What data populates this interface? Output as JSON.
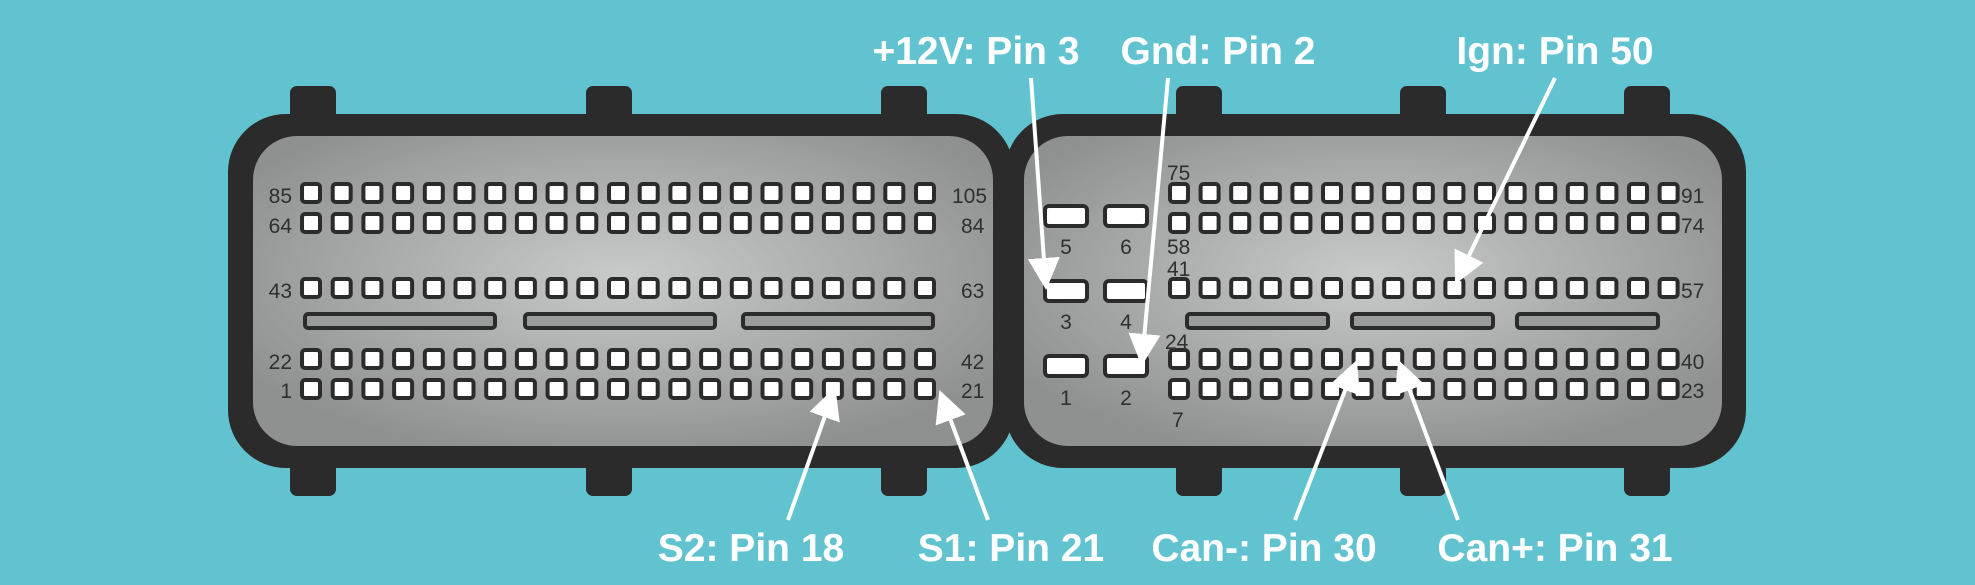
{
  "colors": {
    "background": "#62c3d0",
    "housing": "#2b2b2b",
    "face_light": "#c7c9c9",
    "face_dark": "#8e9090",
    "pin_hole": "#ffffff",
    "callout": "#ffffff",
    "number_text": "#2f2f2f"
  },
  "callouts": [
    {
      "id": "plus12v",
      "label": "+12V: Pin 3"
    },
    {
      "id": "gnd",
      "label": "Gnd: Pin 2"
    },
    {
      "id": "ign",
      "label": "Ign: Pin 50"
    },
    {
      "id": "s2",
      "label": "S2: Pin 18"
    },
    {
      "id": "s1",
      "label": "S1: Pin 21"
    },
    {
      "id": "canminus",
      "label": "Can-: Pin 30"
    },
    {
      "id": "canplus",
      "label": "Can+: Pin 31"
    }
  ],
  "left_connector": {
    "name": "connector-105-pin",
    "row_numbers": {
      "row1_start": "85",
      "row1_end": "105",
      "row2_start": "64",
      "row2_end": "84",
      "row3_start": "43",
      "row3_end": "63",
      "row4_start": "22",
      "row4_end": "42",
      "row5_start": "1",
      "row5_end": "21"
    },
    "pins_per_row": 21,
    "slot_count": 3
  },
  "right_connector": {
    "name": "connector-91-pin",
    "power_pins": [
      "5",
      "6",
      "3",
      "4",
      "1",
      "2"
    ],
    "row_numbers": {
      "row1_start": "75",
      "row1_end": "91",
      "row2_start": "58",
      "row2_end": "74",
      "row3_start": "41",
      "row3_end": "57",
      "row4_start": "24",
      "row4_end": "40",
      "row5_start": "7",
      "row5_end": "23"
    },
    "pins_per_row": 17,
    "slot_count": 3
  }
}
